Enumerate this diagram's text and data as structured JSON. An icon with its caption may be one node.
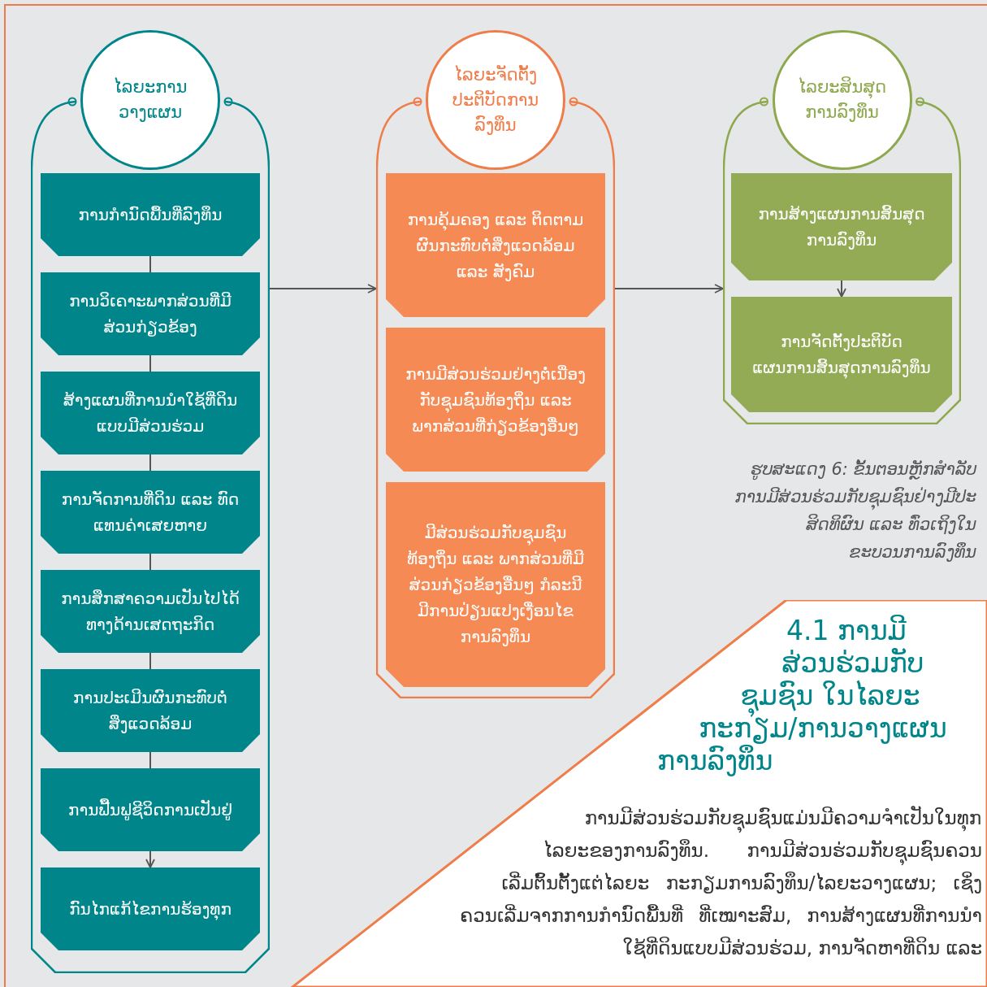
{
  "diagram": {
    "caption": "ຮູບສະແດງ 6: ຂັ້ນຕອນຫຼັກສຳລັບການມີສ່ວນຮ່ວມກັບຊຸມຊົນຢ່າງມີປະສິດທິຜົນ ແລະ ທົ່ວເຖິງໃນຂະບວນການລົງທຶນ",
    "nodes": [
      {
        "text": [
          "ໄລຍະການວາງແຜນ"
        ]
      },
      {
        "text": [
          "ການກຳນົດພື້ນທີ່ລົງທຶນ"
        ],
        "in": 0
      },
      {
        "text": [
          "ການວິເຄາະພາກສ່ວນທີ່ມີສ່ວນກ່ຽວຂ້ອງ"
        ],
        "in": 0
      },
      {
        "text": [
          "ສ້າງແຜນທີ່ການນຳໃຊ້ທີ່ດິນແບບມີສ່ວນຮ່ວມ"
        ],
        "in": 0
      },
      {
        "text": [
          "ການຈັດການທີ່ດິນ ແລະ ທົດແທນຄ່າເສຍຫາຍ"
        ],
        "in": 0
      },
      {
        "text": [
          "ການສຶກສາຄວາມເປັນໄປໄດ້ທາງດ້ານເສດຖະກິດ"
        ],
        "in": 0
      },
      {
        "text": [
          "ການປະເມີນຜົນກະທົບຕໍ່ສິ່ງແວດລ້ອມ"
        ],
        "in": 0
      },
      {
        "text": [
          "ການຟື້ນຟູຊີວິດການເປັນຢູ່"
        ],
        "in": 0
      },
      {
        "text": [
          "ກົນໄກແກ້ໄຂການຮ້ອງທຸກ"
        ],
        "in": 0
      },
      {
        "text": [
          "ໄລຍະຈັດຕັ້ງປະຕິບັດການລົງທຶນ"
        ]
      },
      {
        "text": [
          "ການຄຸ້ມຄອງ ແລະ ຕິດຕາມຜົນກະທົບຕໍ່ສິ່ງແວດລ້ອມ ແລະ ສັງຄົມ"
        ],
        "in": 9
      },
      {
        "text": [
          "ການມີສ່ວນຮ່ວມຢ່າງຕໍ່ເນື່ອງກັບຊຸມຊົນທ້ອງຖິ່ນ ແລະ ພາກສ່ວນທີ່ກ່ຽວຂ້ອງອື່ນໆ"
        ],
        "in": 9
      },
      {
        "text": [
          "ມີສ່ວນຮ່ວມກັບຊຸມຊົນທ້ອງຖິ່ນ ແລະ ພາກສ່ວນທີ່ມີສ່ວນກ່ຽວຂ້ອງອື່ນໆ ກໍລະນີມີການປ່ຽນແປງເງື່ອນໄຂການລົງທຶນ"
        ],
        "in": 9
      },
      {
        "text": [
          "ໄລຍະສິນສຸດການລົງທຶນ"
        ]
      },
      {
        "text": [
          "ການສ້າງແຜນການສິ້ນສຸດການລົງທຶນ"
        ],
        "in": 13
      },
      {
        "text": [
          "ການຈັດຕັ້ງປະຕິບັດແຜນການສິ້ນສຸດການລົງທຶນ"
        ],
        "in": 13
      }
    ],
    "edges": [
      {
        "from": 1,
        "to": 2,
        "arrow": "none"
      },
      {
        "from": 2,
        "to": 3,
        "arrow": "none"
      },
      {
        "from": 3,
        "to": 4,
        "arrow": "none"
      },
      {
        "from": 4,
        "to": 5,
        "arrow": "none"
      },
      {
        "from": 5,
        "to": 6,
        "arrow": "none"
      },
      {
        "from": 6,
        "to": 7,
        "arrow": "none"
      },
      {
        "from": 7,
        "to": 8,
        "arrow": "to"
      },
      {
        "from": 0,
        "to": 9,
        "arrow": "to"
      },
      {
        "from": 9,
        "to": 13,
        "arrow": "to"
      },
      {
        "from": 14,
        "to": 15,
        "arrow": "to"
      }
    ],
    "labels": [
      "4.1 ການມີສ່ວນຮ່ວມກັບຊຸມຊົນ ໃນໄລຍະ ກະກຽມ/ການວາງແຜນ ການລົງທຶນ",
      "ການມີສ່ວນຮ່ວມກັບຊຸມຊົນແມ່ນມີຄວາມຈຳເປັນໃນທຸກໄລຍະຂອງການລົງທຶນ. ການມີສ່ວນຮ່ວມກັບຊຸມຊົນຄວນ ເລີ່ມຕົ້ນຕັ້ງແຕ່ໄລຍະ ກະກຽມການລົງທຶນ/ໄລຍະວາງແຜນ; ເຊິ່ງຄວນເລີ່ມຈາກການກຳນົດພື້ນທີ່ ທີ່ເໝາະສົມ, ການສ້າງແຜນທີ່ການນຳໃຊ້ທີ່ດິນແບບມີສ່ວນຮ່ວມ, ການຈັດຫາທີ່ດິນ ແລະ"
    ]
  }
}
